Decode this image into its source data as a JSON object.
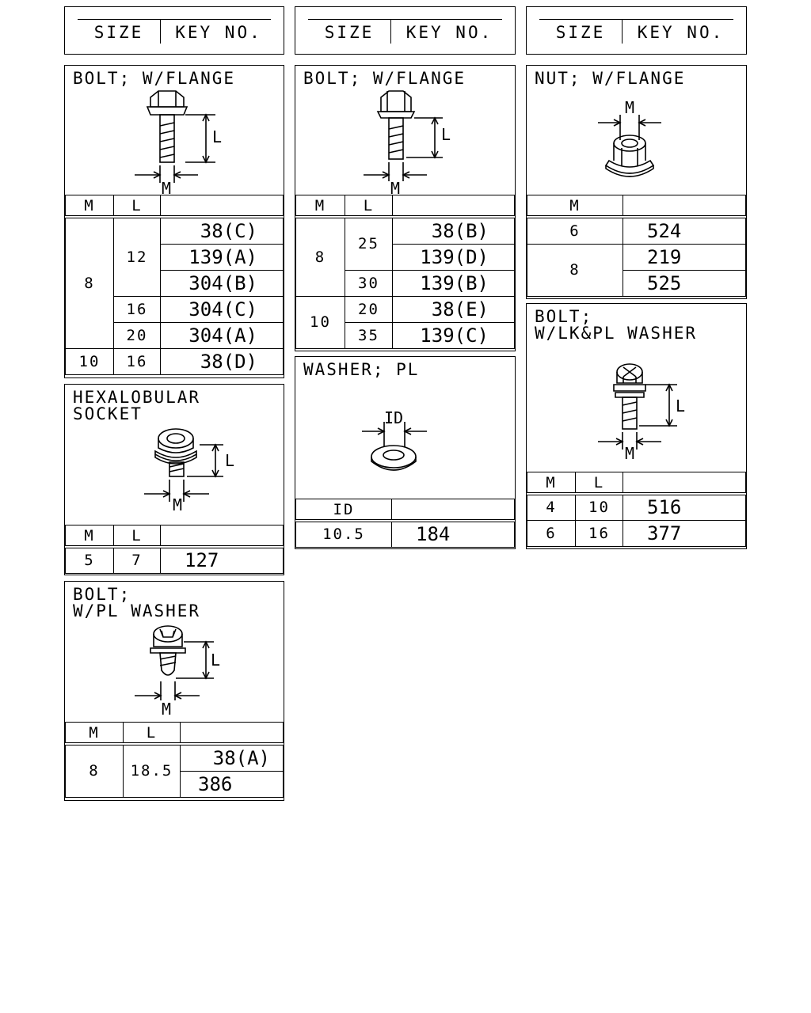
{
  "header": {
    "size_label": "SIZE",
    "key_label": "KEY NO."
  },
  "panels": {
    "bolt_flange_a": {
      "title": "BOLT; W/FLANGE",
      "cols": [
        "M",
        "L",
        ""
      ],
      "rows": [
        {
          "m": "8",
          "l": "12",
          "key": "38(C)"
        },
        {
          "key": "139(A)"
        },
        {
          "key": "304(B)"
        },
        {
          "l": "16",
          "key": "304(C)"
        },
        {
          "l": "20",
          "key": "304(A)"
        },
        {
          "m": "10",
          "l": "16",
          "key": "38(D)"
        }
      ]
    },
    "bolt_flange_b": {
      "title": "BOLT; W/FLANGE",
      "cols": [
        "M",
        "L",
        ""
      ],
      "rows": [
        {
          "m": "8",
          "l": "25",
          "key": "38(B)"
        },
        {
          "key": "139(D)"
        },
        {
          "l": "30",
          "key": "139(B)"
        },
        {
          "m": "10",
          "l": "20",
          "key": "38(E)"
        },
        {
          "l": "35",
          "key": "139(C)"
        }
      ]
    },
    "nut_flange": {
      "title": "NUT; W/FLANGE",
      "cols": [
        "M",
        ""
      ],
      "rows": [
        {
          "m": "6",
          "key": "524"
        },
        {
          "m": "8",
          "key": "219"
        },
        {
          "key": "525"
        }
      ]
    },
    "hexalobular": {
      "title": "HEXALOBULAR\nSOCKET",
      "cols": [
        "M",
        "L",
        ""
      ],
      "rows": [
        {
          "m": "5",
          "l": "7",
          "key": "127"
        }
      ]
    },
    "washer_pl": {
      "title": "WASHER; PL",
      "cols": [
        "ID",
        ""
      ],
      "rows": [
        {
          "id": "10.5",
          "key": "184"
        }
      ]
    },
    "bolt_lk_pl": {
      "title": "BOLT;\nW/LK&PL WASHER",
      "cols": [
        "M",
        "L",
        ""
      ],
      "rows": [
        {
          "m": "4",
          "l": "10",
          "key": "516"
        },
        {
          "m": "6",
          "l": "16",
          "key": "377"
        }
      ]
    },
    "bolt_pl": {
      "title": "BOLT;\nW/PL WASHER",
      "cols": [
        "M",
        "L",
        ""
      ],
      "rows": [
        {
          "m": "8",
          "l": "18.5",
          "key": "38(A)"
        },
        {
          "key": "386"
        }
      ]
    }
  },
  "dims": {
    "m": "M",
    "l": "L",
    "id": "ID"
  },
  "icons": [
    "flange-bolt-icon",
    "flange-bolt-short-icon",
    "flange-nut-icon",
    "hexalobular-bolt-icon",
    "plain-washer-icon",
    "lock-washer-bolt-icon",
    "plain-washer-bolt-icon"
  ]
}
